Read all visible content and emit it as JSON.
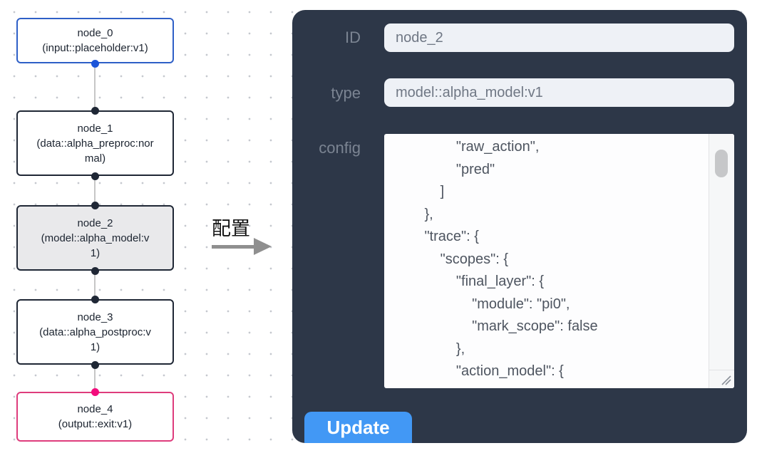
{
  "flow": {
    "nodes": [
      {
        "title": "node_0",
        "subtitle": "(input::placeholder:v1)"
      },
      {
        "title": "node_1",
        "subtitle": "(data::alpha_preproc:normal)"
      },
      {
        "title": "node_2",
        "subtitle": "(model::alpha_model:v1)"
      },
      {
        "title": "node_3",
        "subtitle": "(data::alpha_postproc:v1)"
      },
      {
        "title": "node_4",
        "subtitle": "(output::exit:v1)"
      }
    ],
    "colors": {
      "input_accent": "#2e5fc7",
      "input_port": "#1c55d9",
      "default_border": "#1f2735",
      "output_accent": "#de3c7c",
      "output_port": "#f30c7c",
      "selected_bg": "#e9e9eb",
      "edge": "#c6c6c6"
    }
  },
  "transfer": {
    "label": "配置"
  },
  "panel": {
    "bg": "#2d3748",
    "accent": "#4298f5",
    "fields": [
      {
        "label": "ID",
        "value": "node_2"
      },
      {
        "label": "type",
        "value": "model::alpha_model:v1"
      }
    ],
    "config_label": "config",
    "config_text": "                \"raw_action\",\n                \"pred\"\n            ]\n        },\n        \"trace\": {\n            \"scopes\": {\n                \"final_layer\": {\n                    \"module\": \"pi0\",\n                    \"mark_scope\": false\n                },\n                \"action_model\": {",
    "update_label": "Update"
  }
}
